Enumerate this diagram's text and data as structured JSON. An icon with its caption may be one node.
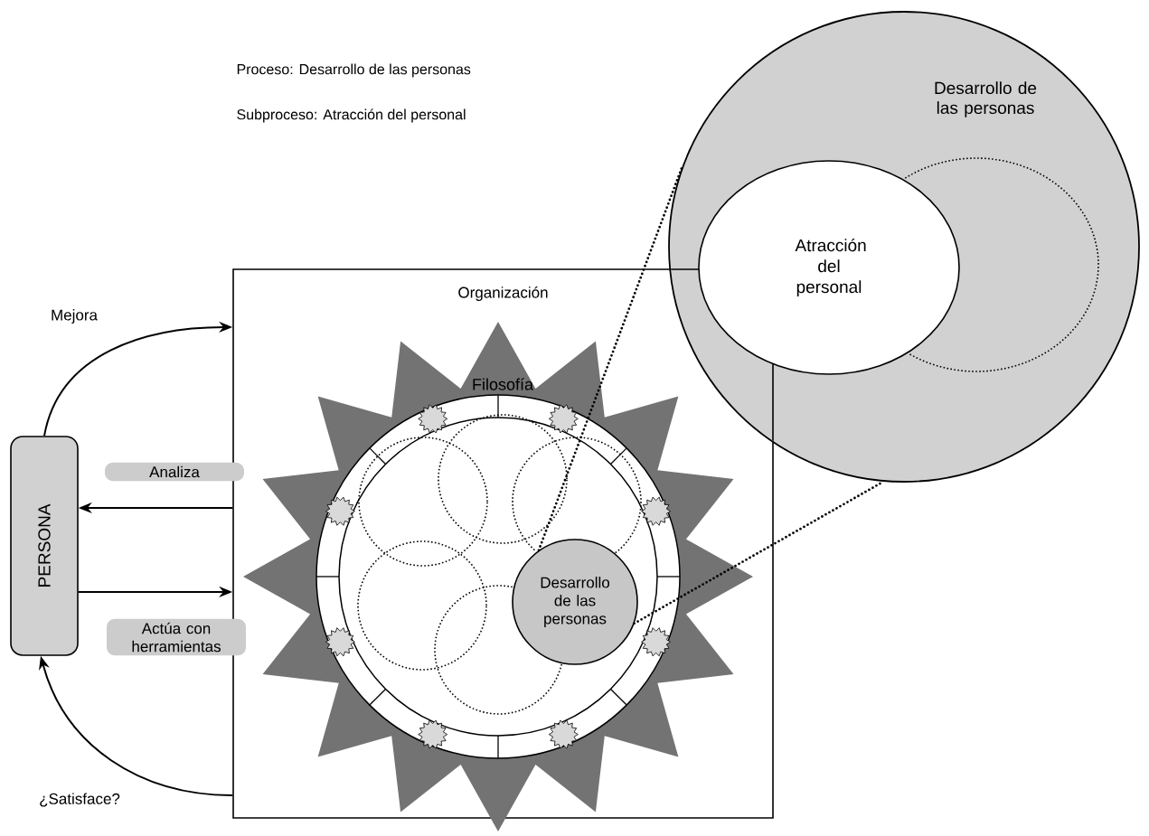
{
  "diagram": {
    "nodes": [
      {
        "text": [
          "Organización"
        ]
      },
      {
        "text": [
          "PERSONA"
        ]
      },
      {
        "text": [
          "Filosofía"
        ],
        "in": 0
      },
      {
        "text": [
          "Desarrollo de las personas"
        ],
        "in": 2
      },
      {
        "text": [],
        "shape": "circle",
        "in": 2
      },
      {
        "text": [],
        "shape": "circle",
        "in": 2
      },
      {
        "text": [],
        "shape": "circle",
        "in": 2
      },
      {
        "text": [],
        "shape": "circle",
        "in": 2
      },
      {
        "text": [],
        "shape": "circle",
        "in": 2
      },
      {
        "text": [
          "Desarrollo de las personas"
        ]
      },
      {
        "text": [
          "Atracción del personal"
        ],
        "in": 9
      },
      {
        "text": [],
        "shape": "circle",
        "in": 9
      }
    ],
    "edges": [
      {
        "from": 1,
        "to": 0,
        "arrow": "to",
        "label": "Mejora"
      },
      {
        "from": 0,
        "to": 1,
        "arrow": "to",
        "label": "Analiza"
      },
      {
        "from": 1,
        "to": 0,
        "arrow": "to",
        "label": "Actúa con herramientas"
      },
      {
        "from": 0,
        "to": 1,
        "arrow": "to",
        "label": "¿Satisface?"
      },
      {
        "from": 3,
        "to": 9,
        "arrow": "none",
        "style": "dashed"
      },
      {
        "from": 3,
        "to": 9,
        "arrow": "none",
        "style": "dashed"
      }
    ],
    "labels": [
      "Proceso: Desarrollo de las personas",
      "Subproceso: Atracción del personal"
    ]
  }
}
